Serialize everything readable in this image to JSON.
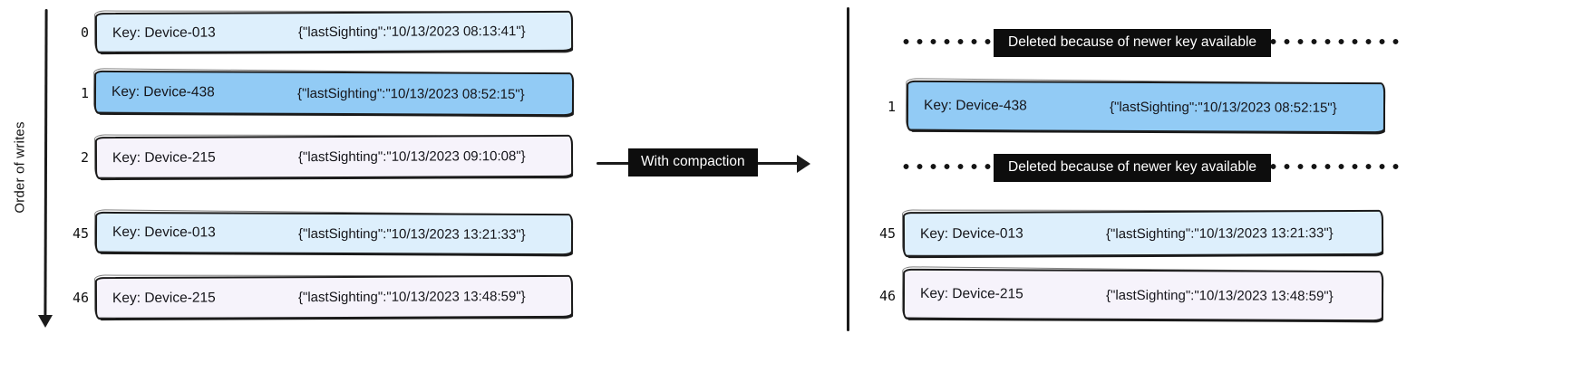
{
  "axis": {
    "label": "Order of writes"
  },
  "compaction_arrow": {
    "label": "With compaction"
  },
  "colors": {
    "ink": "#1b1b1b",
    "label_bg": "#0d0d0d",
    "light_blue": "#ddeffc",
    "blue": "#92cbf5",
    "lavender": "#f6f3fb"
  },
  "left": {
    "rows": [
      {
        "index": "0",
        "key": "Key: Device-013",
        "value": "{\"lastSighting\":\"10/13/2023 08:13:41\"}",
        "color": "#ddeffc"
      },
      {
        "index": "1",
        "key": "Key: Device-438",
        "value": "{\"lastSighting\":\"10/13/2023 08:52:15\"}",
        "color": "#92cbf5"
      },
      {
        "index": "2",
        "key": "Key: Device-215",
        "value": "{\"lastSighting\":\"10/13/2023 09:10:08\"}",
        "color": "#f6f3fb"
      },
      {
        "index": "45",
        "key": "Key: Device-013",
        "value": "{\"lastSighting\":\"10/13/2023 13:21:33\"}",
        "color": "#ddeffc"
      },
      {
        "index": "46",
        "key": "Key: Device-215",
        "value": "{\"lastSighting\":\"10/13/2023 13:48:59\"}",
        "color": "#f6f3fb"
      }
    ]
  },
  "right": {
    "rows": [
      {
        "type": "deleted",
        "label": "Deleted because of newer key available"
      },
      {
        "type": "record",
        "index": "1",
        "key": "Key: Device-438",
        "value": "{\"lastSighting\":\"10/13/2023 08:52:15\"}",
        "color": "#92cbf5"
      },
      {
        "type": "deleted",
        "label": "Deleted because of newer key available"
      },
      {
        "type": "record",
        "index": "45",
        "key": "Key: Device-013",
        "value": "{\"lastSighting\":\"10/13/2023 13:21:33\"}",
        "color": "#ddeffc"
      },
      {
        "type": "record",
        "index": "46",
        "key": "Key: Device-215",
        "value": "{\"lastSighting\":\"10/13/2023 13:48:59\"}",
        "color": "#f6f3fb"
      }
    ]
  }
}
